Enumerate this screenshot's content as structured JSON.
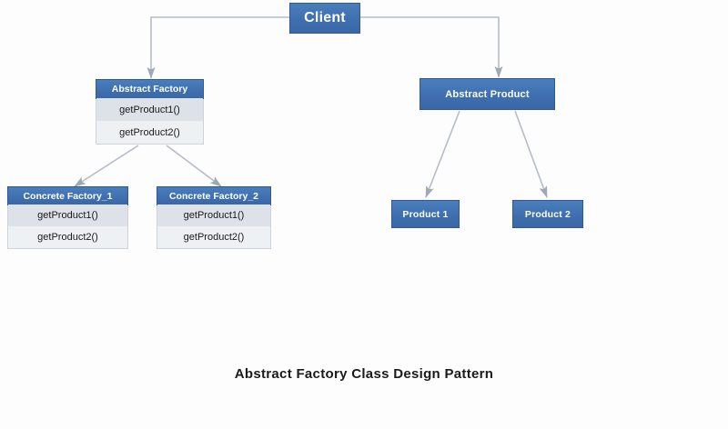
{
  "diagram": {
    "title": "Abstract Factory Class Design Pattern",
    "background_color": "#fdfdfe",
    "accent_color": "#3f6fb0",
    "header_border_color": "#2f5894",
    "row_color_a": "#dde2e8",
    "row_color_b": "#eef1f4",
    "connector_color": "#9fa8b4",
    "nodes": {
      "client": {
        "label": "Client",
        "type": "solid-box"
      },
      "abstract_factory": {
        "label": "Abstract Factory",
        "type": "class-box",
        "methods": [
          "getProduct1()",
          "getProduct2()"
        ]
      },
      "abstract_product": {
        "label": "Abstract Product",
        "type": "solid-box"
      },
      "concrete_factory_1": {
        "label": "Concrete Factory_1",
        "type": "class-box",
        "methods": [
          "getProduct1()",
          "getProduct2()"
        ]
      },
      "concrete_factory_2": {
        "label": "Concrete Factory_2",
        "type": "class-box",
        "methods": [
          "getProduct1()",
          "getProduct2()"
        ]
      },
      "product_1": {
        "label": "Product 1",
        "type": "solid-box"
      },
      "product_2": {
        "label": "Product 2",
        "type": "solid-box"
      }
    },
    "edges": [
      {
        "from": "client",
        "to": "abstract_factory",
        "style": "elbow-arrow"
      },
      {
        "from": "client",
        "to": "abstract_product",
        "style": "elbow-arrow"
      },
      {
        "from": "abstract_factory",
        "to": "concrete_factory_1",
        "style": "diagonal-arrow"
      },
      {
        "from": "abstract_factory",
        "to": "concrete_factory_2",
        "style": "diagonal-arrow"
      },
      {
        "from": "abstract_product",
        "to": "product_1",
        "style": "diagonal-arrow"
      },
      {
        "from": "abstract_product",
        "to": "product_2",
        "style": "diagonal-arrow"
      }
    ]
  }
}
